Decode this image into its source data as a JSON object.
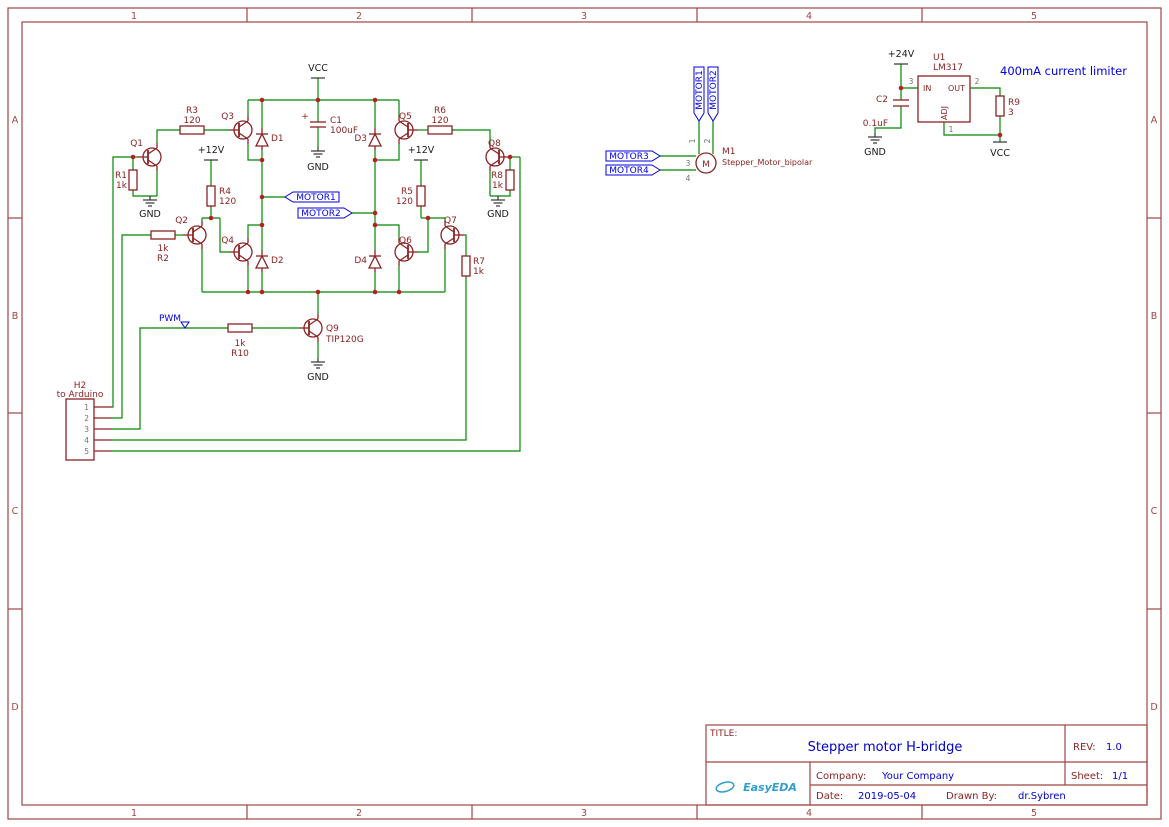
{
  "frame": {
    "cols": [
      "1",
      "2",
      "3",
      "4",
      "5"
    ],
    "rows": [
      "A",
      "B",
      "C",
      "D"
    ]
  },
  "nets": {
    "motor1": "MOTOR1",
    "motor2": "MOTOR2",
    "motor3": "MOTOR3",
    "motor4": "MOTOR4",
    "pwm": "PWM"
  },
  "power": {
    "vcc": "VCC",
    "gnd": "GND",
    "p12": "+12V",
    "p24": "+24V"
  },
  "bridge": {
    "c1": {
      "ref": "C1",
      "value": "100uF",
      "plus": "+"
    },
    "r1": {
      "ref": "R1",
      "value": "1k"
    },
    "r2": {
      "ref": "R2",
      "value": "1k"
    },
    "r3": {
      "ref": "R3",
      "value": "120"
    },
    "r4": {
      "ref": "R4",
      "value": "120"
    },
    "r5": {
      "ref": "R5",
      "value": "120"
    },
    "r6": {
      "ref": "R6",
      "value": "120"
    },
    "r7": {
      "ref": "R7",
      "value": "1k"
    },
    "r8": {
      "ref": "R8",
      "value": "1k"
    },
    "r10": {
      "ref": "R10",
      "value": "1k"
    },
    "q1": "Q1",
    "q2": "Q2",
    "q3": "Q3",
    "q4": "Q4",
    "q5": "Q5",
    "q6": "Q6",
    "q7": "Q7",
    "q8": "Q8",
    "q9": {
      "ref": "Q9",
      "value": "TIP120G"
    },
    "d1": "D1",
    "d2": "D2",
    "d3": "D3",
    "d4": "D4"
  },
  "connector": {
    "ref": "H2",
    "label": "to Arduino",
    "pins": [
      "1",
      "2",
      "3",
      "4",
      "5"
    ]
  },
  "motor": {
    "ref": "M1",
    "value": "Stepper_Motor_bipolar",
    "letter": "M",
    "pin1": "1",
    "pin2": "2",
    "pin3": "3",
    "pin4": "4"
  },
  "regulator": {
    "ref": "U1",
    "value": "LM317",
    "pin_in": "IN",
    "pin_out": "OUT",
    "pin_adj": "ADJ",
    "num_in": "3",
    "num_out": "2",
    "num_adj": "1",
    "c2": {
      "ref": "C2",
      "value": "0.1uF"
    },
    "r9": {
      "ref": "R9",
      "value": "3"
    },
    "note": "400mA current limiter"
  },
  "title_block": {
    "title_label": "TITLE:",
    "title": "Stepper motor H-bridge",
    "rev_label": "REV:",
    "rev": "1.0",
    "company_label": "Company:",
    "company": "Your Company",
    "sheet_label": "Sheet:",
    "sheet": "1/1",
    "date_label": "Date:",
    "date": "2019-05-04",
    "drawn_label": "Drawn By:",
    "drawn_by": "dr.Sybren",
    "logo": "EasyEDA"
  }
}
